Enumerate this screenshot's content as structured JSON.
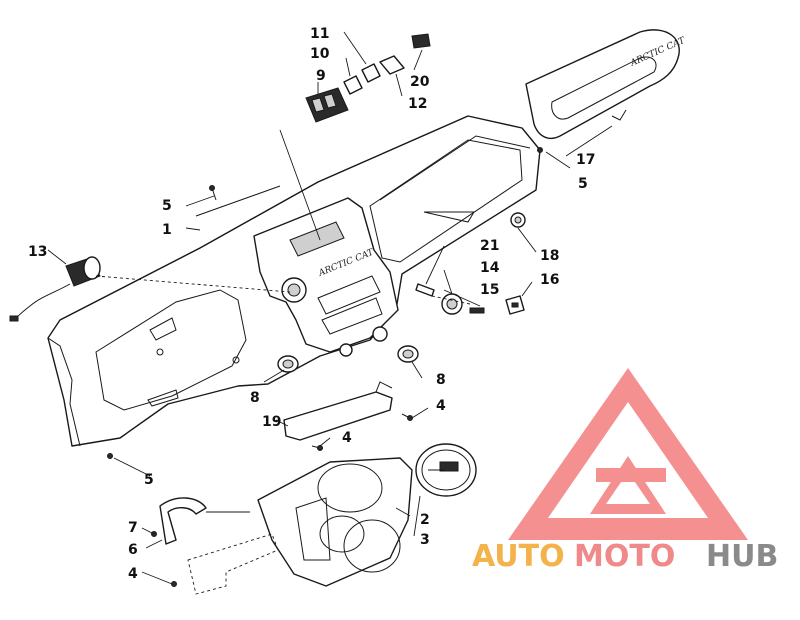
{
  "callouts": {
    "c1": "1",
    "c2": "2",
    "c3": "3",
    "c4a": "4",
    "c4b": "4",
    "c4c": "4",
    "c5a": "5",
    "c5b": "5",
    "c5c": "5",
    "c6": "6",
    "c7": "7",
    "c8a": "8",
    "c8b": "8",
    "c9": "9",
    "c10": "10",
    "c11": "11",
    "c12": "12",
    "c13": "13",
    "c14": "14",
    "c15": "15",
    "c16": "16",
    "c17": "17",
    "c18": "18",
    "c19": "19",
    "c20": "20",
    "c21": "21"
  },
  "decals": {
    "dash_logo": "ARCTIC CAT",
    "cover_logo": "ARCTIC CAT"
  },
  "watermark": {
    "part1": "AUTO",
    "part2": "MOTO",
    "part3": "HUB",
    "colors": {
      "auto": "#f3b24a",
      "moto": "#f08a8a",
      "hub": "#8a8a8a",
      "logo": "#f26b6b"
    }
  }
}
